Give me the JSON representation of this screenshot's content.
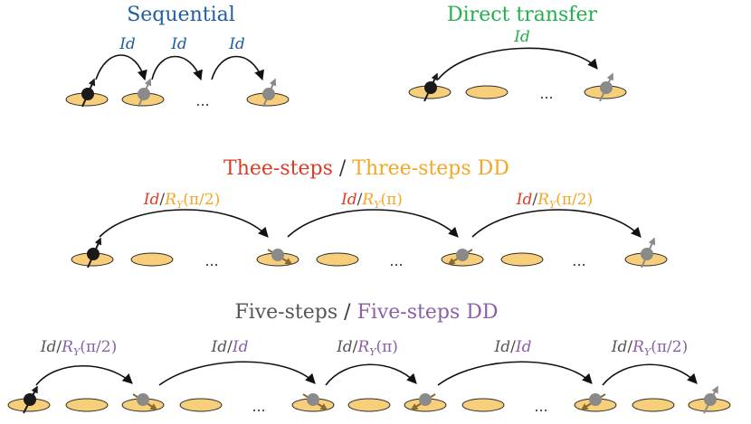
{
  "colors": {
    "blue": "#1f5fa0",
    "green": "#22b04b",
    "red": "#e03a24",
    "orange": "#f5a623",
    "gray": "#555555",
    "purple": "#8a5fa8",
    "site_fill": "#f7cf7a",
    "site_stroke": "#2b2b2b",
    "arrow": "#111111",
    "spin_dark": "#1a1a1a",
    "spin_gray": "#8a8a8a",
    "spin_brown": "#8a6a30"
  },
  "dots": "...",
  "sequential": {
    "title": "Sequential",
    "labels": [
      "Id",
      "Id",
      "Id"
    ]
  },
  "direct": {
    "title": "Direct transfer",
    "label": "Id"
  },
  "three": {
    "title_a": "Thee-steps",
    "sep": " / ",
    "title_b": "Three-steps DD",
    "labels": [
      {
        "a": "Id",
        "slash": "/",
        "b": "R",
        "sub": "Y",
        "arg": "(π/2)"
      },
      {
        "a": "Id",
        "slash": "/",
        "b": "R",
        "sub": "Y",
        "arg": "(π)"
      },
      {
        "a": "Id",
        "slash": "/",
        "b": "R",
        "sub": "Y",
        "arg": "(π/2)"
      }
    ]
  },
  "five": {
    "title_a": "Five-steps",
    "sep": " / ",
    "title_b": "Five-steps DD",
    "labels": [
      {
        "a": "Id",
        "slash": "/",
        "b": "R",
        "sub": "Y",
        "arg": "(π/2)"
      },
      {
        "a": "Id",
        "slash": "/",
        "b": "Id"
      },
      {
        "a": "Id",
        "slash": "/",
        "b": "R",
        "sub": "Y",
        "arg": "(π)"
      },
      {
        "a": "Id",
        "slash": "/",
        "b": "Id"
      },
      {
        "a": "Id",
        "slash": "/",
        "b": "R",
        "sub": "Y",
        "arg": "(π/2)"
      }
    ]
  }
}
